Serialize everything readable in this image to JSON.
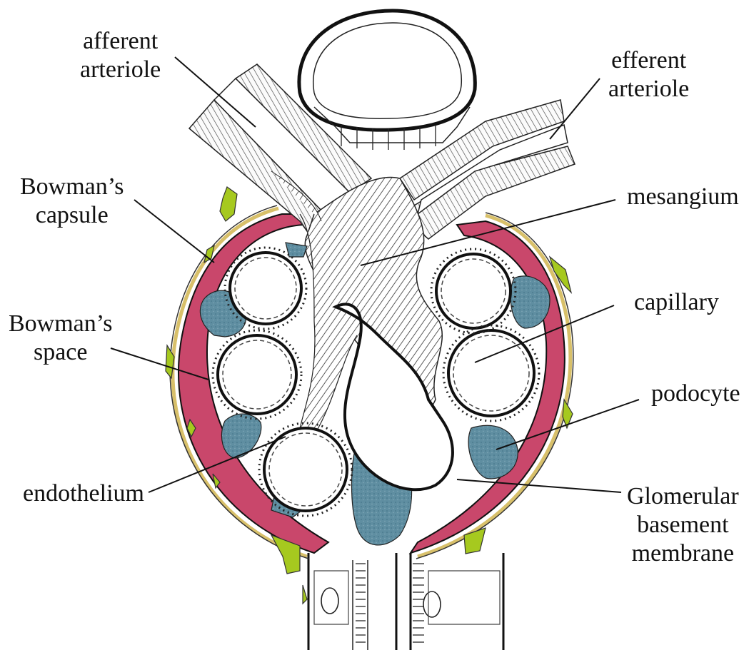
{
  "labels": {
    "afferent_arteriole": [
      "afferent",
      "arteriole"
    ],
    "efferent_arteriole": [
      "efferent",
      "arteriole"
    ],
    "bowmans_capsule": [
      "Bowman’s",
      "capsule"
    ],
    "bowmans_space": [
      "Bowman’s",
      "space"
    ],
    "mesangium": [
      "mesangium"
    ],
    "capillary": [
      "capillary"
    ],
    "podocyte": [
      "podocyte"
    ],
    "endothelium": [
      "endothelium"
    ],
    "glomerular_basement_membrane": [
      "Glomerular",
      "basement",
      "membrane"
    ]
  },
  "colors": {
    "capsule_parietal": "#c9476b",
    "podocyte": "#5b8a9e",
    "mesangial_cell": "#a6c91f",
    "capsule_outer": "#d8c06a",
    "ink": "#111111"
  }
}
